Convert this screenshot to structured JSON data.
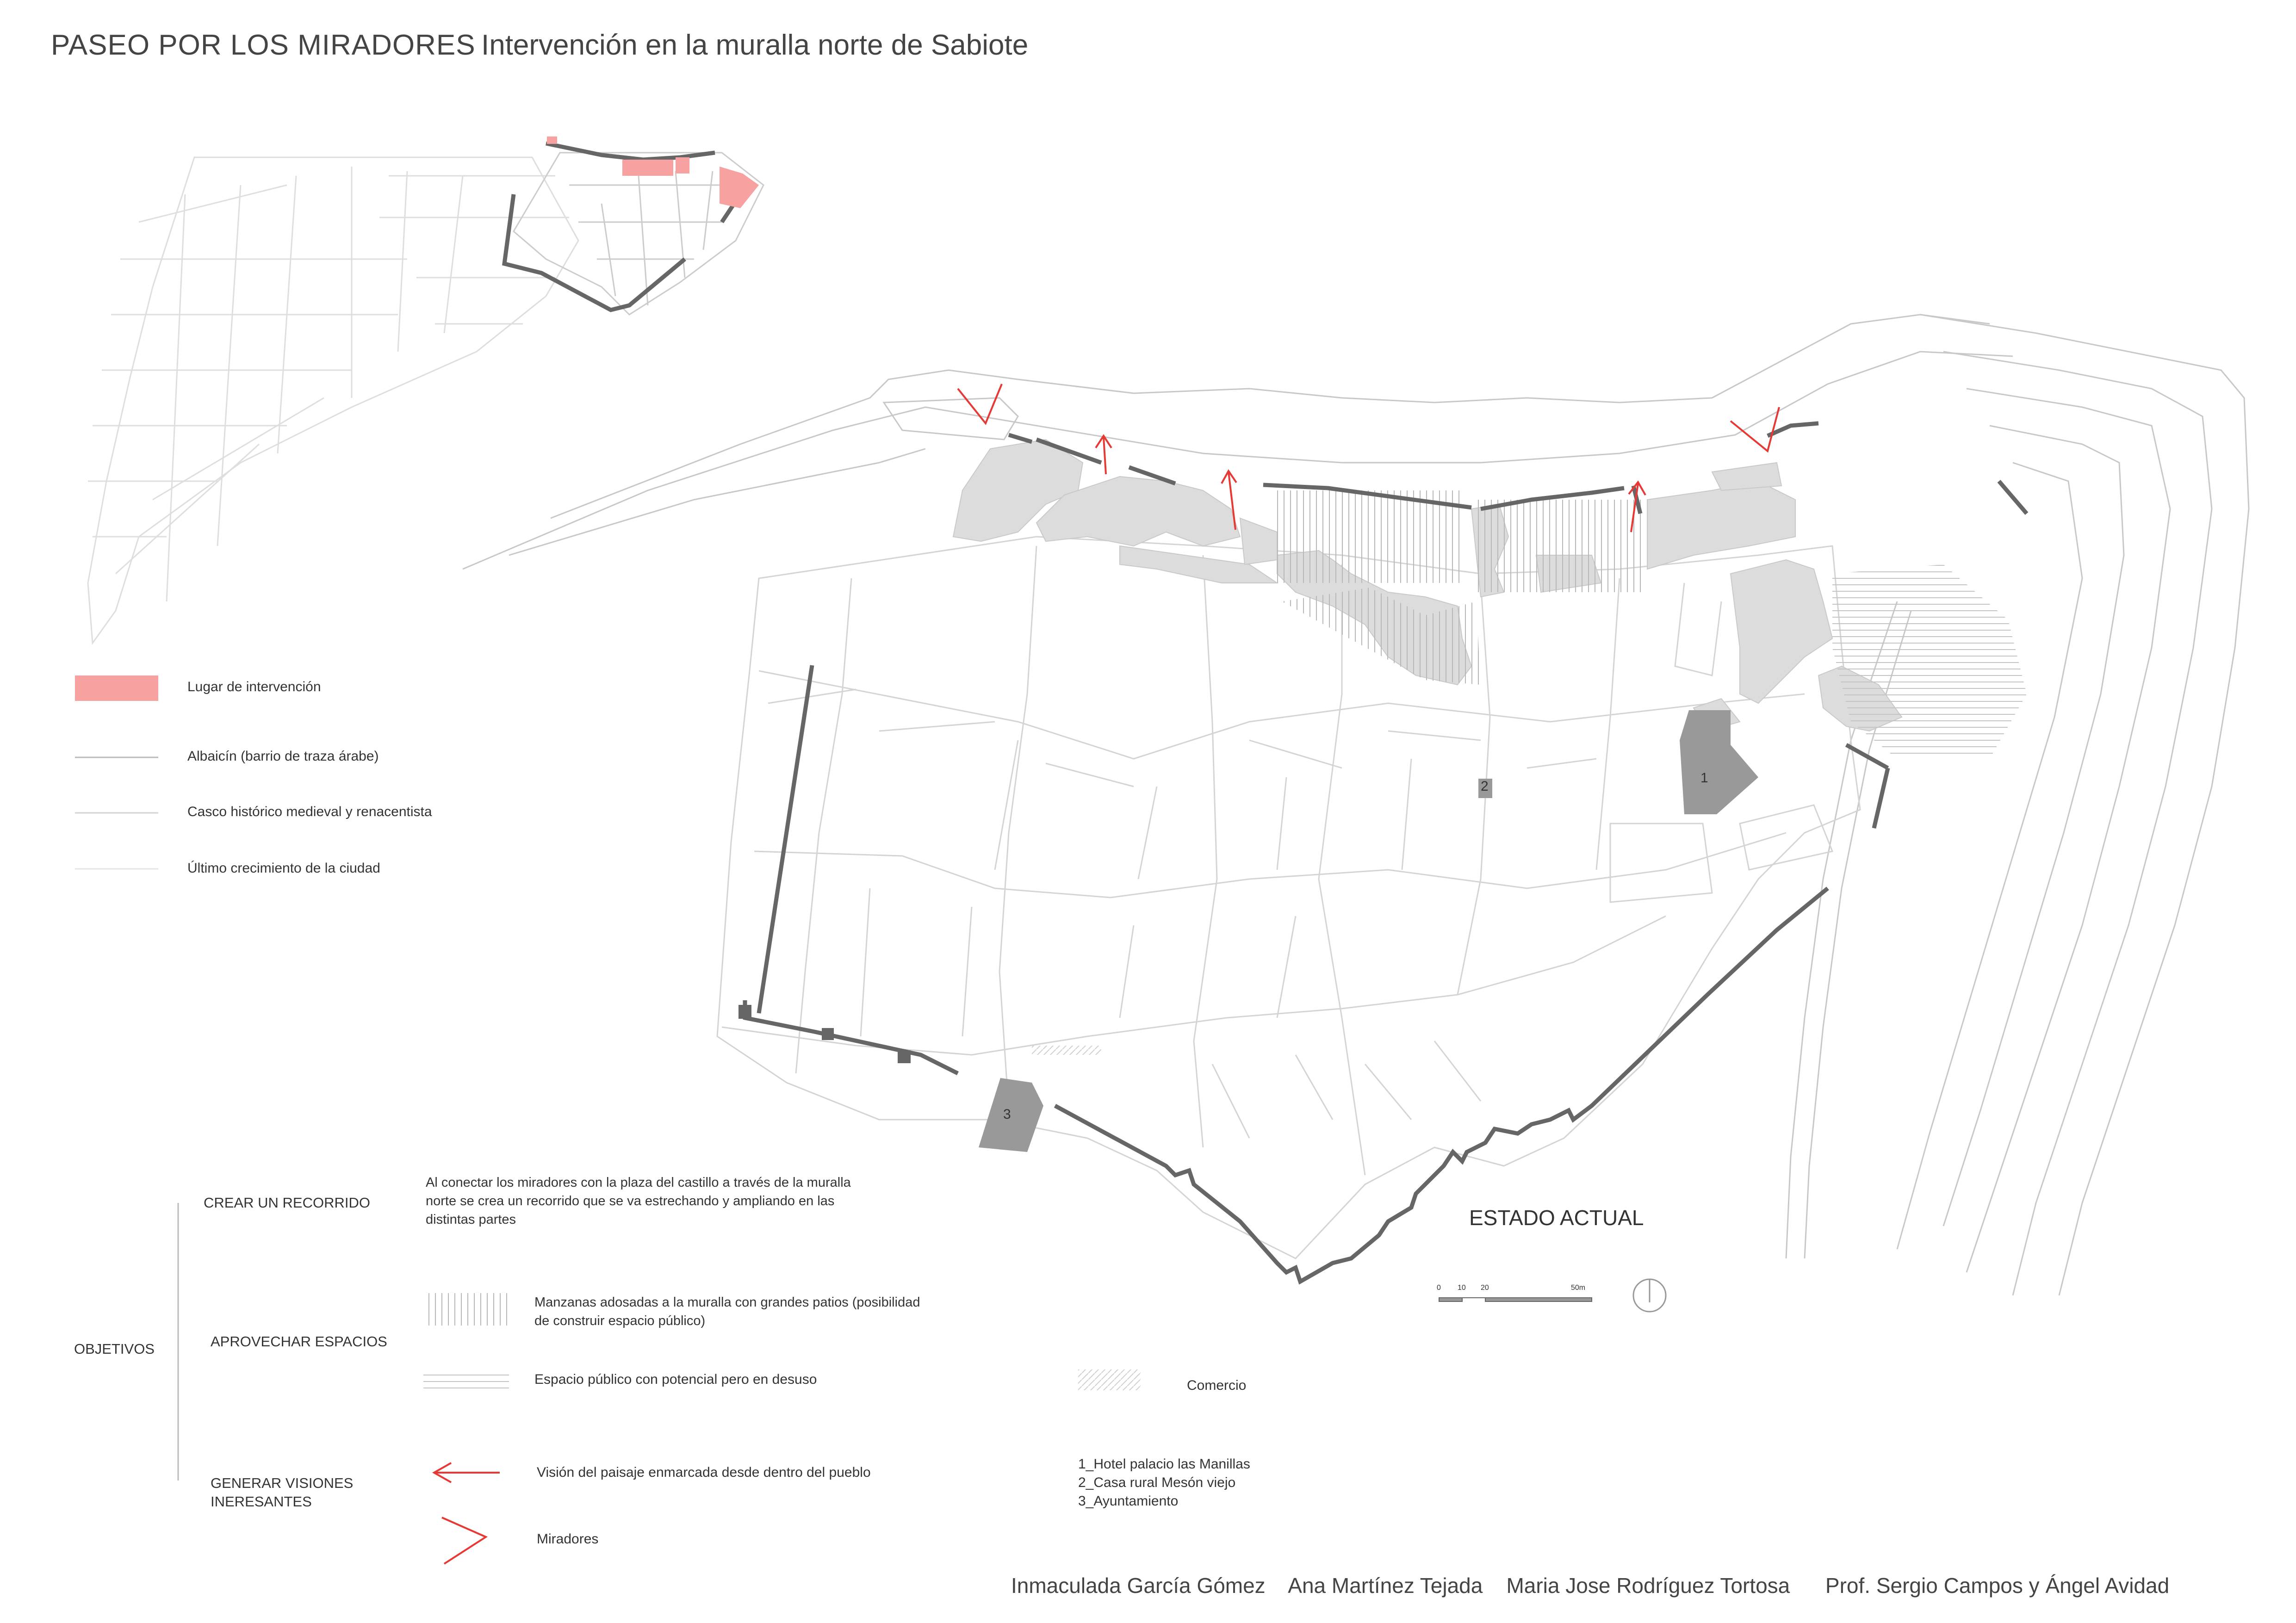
{
  "header": {
    "title": "PASEO POR LOS MIRADORES",
    "subtitle": "Intervención en la muralla norte de Sabiote"
  },
  "legend": {
    "intervention": "Lugar de intervención",
    "albaicin": "Albaicín (barrio de traza árabe)",
    "casco": "Casco histórico medieval y renacentista",
    "crecimiento": "Último crecimiento de la ciudad"
  },
  "objectives": {
    "heading": "OBJETIVOS",
    "crear_label": "CREAR UN RECORRIDO",
    "crear_desc": "Al conectar los miradores con la plaza del castillo a través de la muralla norte se crea un recorrido que se va estrechando y ampliando en las distintas partes",
    "aprovechar_label": "APROVECHAR ESPACIOS",
    "manzanas_desc": "Manzanas adosadas a la muralla con grandes patios (posibilidad de construir espacio público)",
    "espacio_desc": "Espacio público con potencial pero en desuso",
    "comercio": "Comercio",
    "generar_label": "GENERAR VISIONES INERESANTES",
    "vision_desc": "Visión del paisaje enmarcada desde dentro del pueblo",
    "miradores": "Miradores"
  },
  "places": {
    "p1": "1_Hotel palacio las Manillas",
    "p2": "2_Casa rural Mesón viejo",
    "p3": "3_Ayuntamiento"
  },
  "map": {
    "label_1": "1",
    "label_2": "2",
    "label_3": "3",
    "estado": "ESTADO ACTUAL",
    "scale": [
      "0",
      "10",
      "20",
      "50m"
    ]
  },
  "footer": {
    "authors": "Inmaculada García Gómez    Ana Martínez Tejada    Maria Jose Rodríguez Tortosa      Prof. Sergio Campos y Ángel Avidad"
  },
  "colors": {
    "intervention": "#f7a1a1",
    "wall": "#666666",
    "building": "#dcdcdc",
    "landmark": "#999999",
    "arrow": "#e53935"
  }
}
